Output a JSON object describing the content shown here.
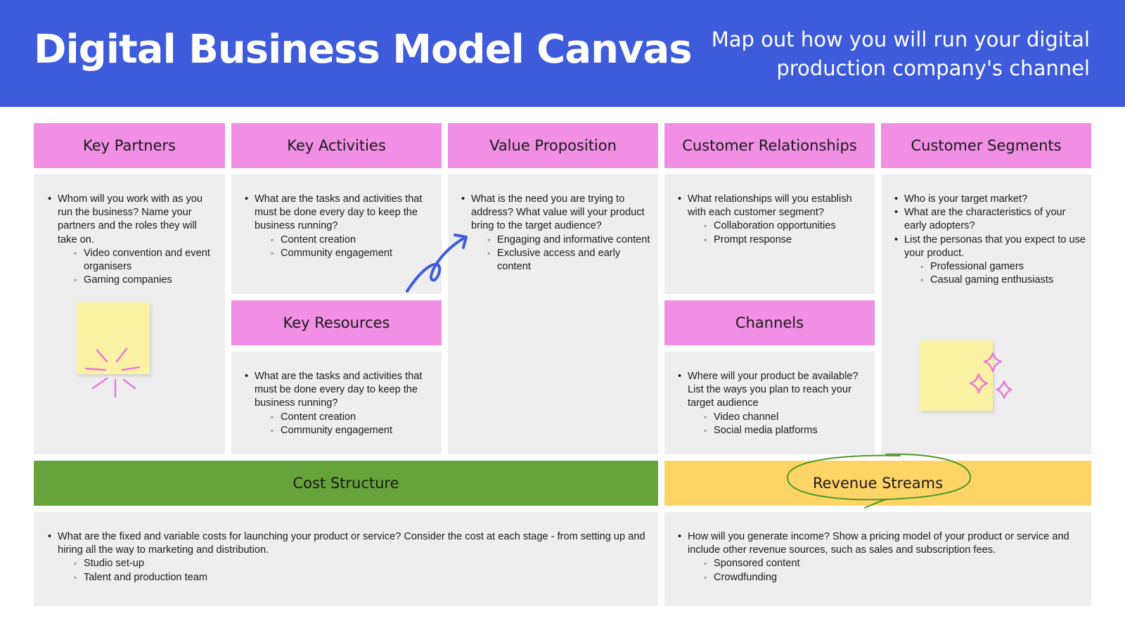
{
  "header": {
    "title": "Digital Business Model Canvas",
    "subtitle": "Map out how you will run your digital production company's channel",
    "background_color": "#3d5bdb"
  },
  "colors": {
    "section_header": "#f08fe3",
    "panel": "#eeeeee",
    "cost_header": "#66a33a",
    "revenue_header": "#ffd466",
    "sticky_note": "#fbf2a3",
    "arrow_doodle": "#3d5bdb",
    "sparkle_doodle": "#e879d9",
    "circle_doodle": "#4f9a2a"
  },
  "sections": {
    "key_partners": {
      "title": "Key Partners",
      "question": "Whom will you work with as you run the business? Name your partners and the roles they will take on.",
      "examples": [
        "Video convention and event organisers",
        "Gaming companies"
      ]
    },
    "key_activities": {
      "title": "Key Activities",
      "question": "What are the tasks and activities that must be done every day to keep the business running?",
      "examples": [
        "Content creation",
        "Community engagement"
      ]
    },
    "key_resources": {
      "title": "Key Resources",
      "question": "What are the tasks and activities that must be done every day to keep the business running?",
      "examples": [
        "Content creation",
        "Community engagement"
      ]
    },
    "value_proposition": {
      "title": "Value Proposition",
      "question": "What is the need you are trying to address? What value will your product bring to the target audience?",
      "examples": [
        "Engaging and informative content",
        "Exclusive access and early content"
      ]
    },
    "customer_relationships": {
      "title": "Customer Relationships",
      "question": "What relationships will you establish with each customer segment?",
      "examples": [
        "Collaboration opportunities",
        "Prompt response"
      ]
    },
    "channels": {
      "title": "Channels",
      "question": "Where will your product be available? List the ways you plan to reach your target audience",
      "examples": [
        "Video channel",
        "Social media platforms"
      ]
    },
    "customer_segments": {
      "title": "Customer Segments",
      "questions": [
        "Who is your target market?",
        "What are the characteristics of your early adopters?",
        "List the personas that you expect to use your product."
      ],
      "examples": [
        "Professional gamers",
        "Casual gaming enthusiasts"
      ]
    },
    "cost_structure": {
      "title": "Cost Structure",
      "question": "What are the fixed and variable costs for launching your product or service? Consider the cost at each stage - from setting up and hiring all the way to marketing and distribution.",
      "examples": [
        "Studio set-up",
        "Talent and production team"
      ]
    },
    "revenue_streams": {
      "title": "Revenue Streams",
      "question": "How will you generate income? Show a pricing model of your product or service and include other revenue sources, such as sales and subscription fees.",
      "examples": [
        "Sponsored content",
        "Crowdfunding"
      ]
    }
  }
}
